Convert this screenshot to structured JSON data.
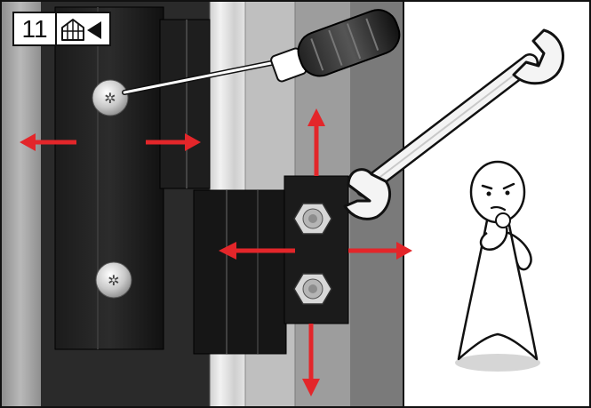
{
  "step": {
    "number": "11",
    "icon": "greenhouse-back-icon"
  },
  "colors": {
    "arrow": "#e3262a",
    "outline": "#111111",
    "hinge": "#141414",
    "background": "#ffffff"
  },
  "illustration": {
    "elements": [
      "hinge-plate",
      "hinge-bracket",
      "fixing-screw",
      "nut",
      "screwdriver-icon",
      "spanner-icon",
      "adjustment-arrow",
      "thinking-figure"
    ]
  }
}
